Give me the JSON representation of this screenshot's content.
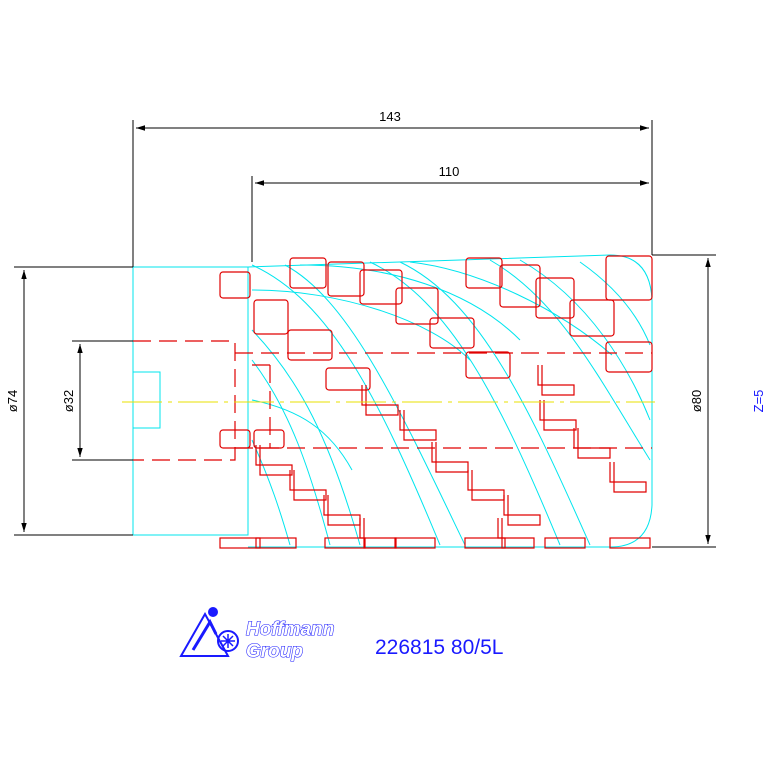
{
  "dimensions": {
    "overall_length": "143",
    "cutting_length": "110",
    "hub_diameter": "ø74",
    "bore_diameter": "ø32",
    "cutting_diameter": "ø80"
  },
  "tooth_count_label": "Z=5",
  "brand": {
    "line1": "Hoffmann",
    "line2": "Group",
    "logo_icon": "hoffmann-logo-icon"
  },
  "part_number": "226815 80/5L",
  "colors": {
    "cutter_outline": "#00e5ee",
    "inserts": "#e00000",
    "centerline": "#e8e000",
    "dimensions": "#000000",
    "brand_blue": "#1a1aff"
  }
}
